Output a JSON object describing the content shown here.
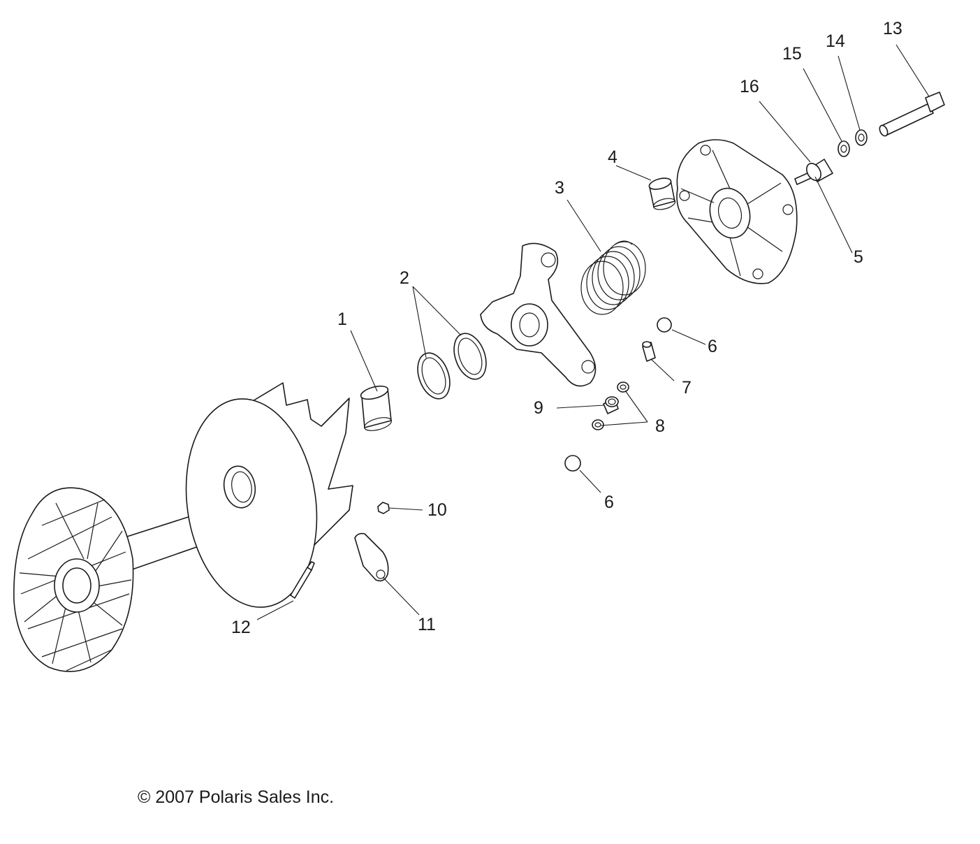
{
  "callouts": [
    "1",
    "2",
    "3",
    "4",
    "5",
    "6",
    "6",
    "7",
    "8",
    "9",
    "10",
    "11",
    "12",
    "13",
    "14",
    "15",
    "16"
  ],
  "copyright": "© 2007 Polaris Sales Inc."
}
